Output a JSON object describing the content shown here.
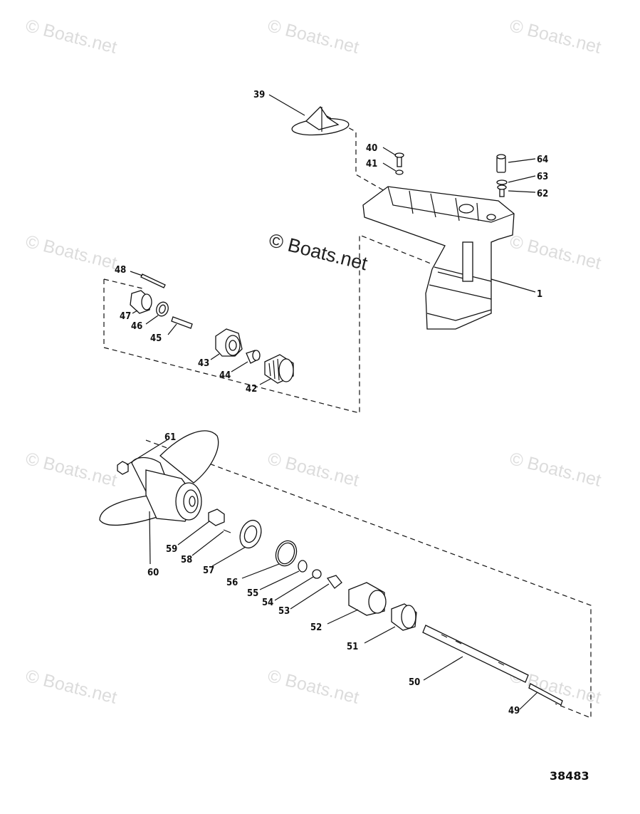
{
  "watermark": "© Boats.net",
  "center_watermark": "© Boats.net",
  "document_number": "38483",
  "parts": [
    {
      "id": "p1",
      "label": "1"
    },
    {
      "id": "p39",
      "label": "39"
    },
    {
      "id": "p40",
      "label": "40"
    },
    {
      "id": "p41",
      "label": "41"
    },
    {
      "id": "p42",
      "label": "42"
    },
    {
      "id": "p43",
      "label": "43"
    },
    {
      "id": "p44",
      "label": "44"
    },
    {
      "id": "p45",
      "label": "45"
    },
    {
      "id": "p46",
      "label": "46"
    },
    {
      "id": "p47",
      "label": "47"
    },
    {
      "id": "p48",
      "label": "48"
    },
    {
      "id": "p49",
      "label": "49"
    },
    {
      "id": "p50",
      "label": "50"
    },
    {
      "id": "p51",
      "label": "51"
    },
    {
      "id": "p52",
      "label": "52"
    },
    {
      "id": "p53",
      "label": "53"
    },
    {
      "id": "p54",
      "label": "54"
    },
    {
      "id": "p55",
      "label": "55"
    },
    {
      "id": "p56",
      "label": "56"
    },
    {
      "id": "p57",
      "label": "57"
    },
    {
      "id": "p58",
      "label": "58"
    },
    {
      "id": "p59",
      "label": "59"
    },
    {
      "id": "p60",
      "label": "60"
    },
    {
      "id": "p61",
      "label": "61"
    },
    {
      "id": "p62",
      "label": "62"
    },
    {
      "id": "p63",
      "label": "63"
    },
    {
      "id": "p64",
      "label": "64"
    }
  ]
}
